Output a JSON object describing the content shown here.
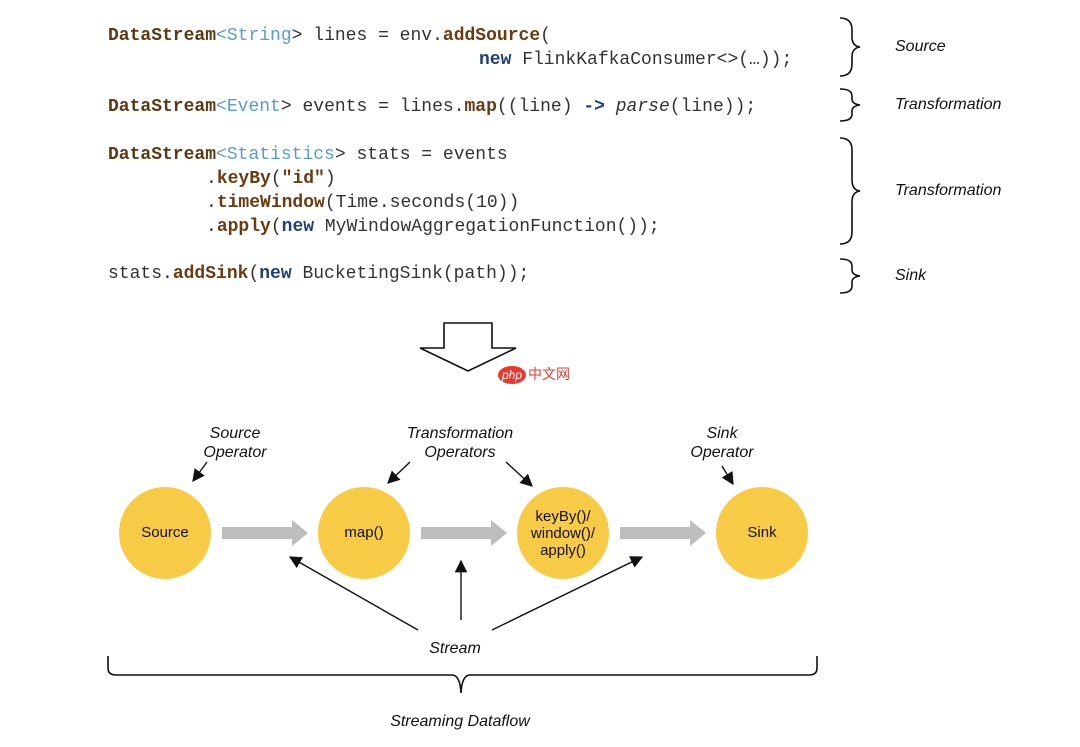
{
  "code": {
    "line1": {
      "kw": "DataStream",
      "lt": "<",
      "type": "String",
      "gt": ">",
      "rest1": " lines = env.",
      "fn": "addSource",
      "rest2": "("
    },
    "line2": {
      "new": "new",
      "rest": " FlinkKafkaConsumer<>(…));"
    },
    "line3": {
      "kw": "DataStream",
      "lt": "<",
      "type": "Event",
      "gt": ">",
      "rest1": " events = lines.",
      "fn": "map",
      "rest2": "((line) ",
      "arrow": "->",
      "sp": " ",
      "parse": "parse",
      "rest3": "(line));"
    },
    "line4": {
      "kw": "DataStream",
      "lt": "<",
      "type": "Statistics",
      "gt": ">",
      "rest1": " stats = events"
    },
    "line5": {
      "dot": ".",
      "fn": "keyBy",
      "open": "(",
      "str": "\"id\"",
      "close": ")"
    },
    "line6": {
      "dot": ".",
      "fn": "timeWindow",
      "rest": "(Time.seconds(10))"
    },
    "line7": {
      "dot": ".",
      "fn": "apply",
      "open": "(",
      "new": "new",
      "rest": " MyWindowAggregationFunction());"
    },
    "line8": {
      "pre": "stats.",
      "fn": "addSink",
      "open": "(",
      "new": "new",
      "rest": " BucketingSink(path));"
    }
  },
  "brace_labels": {
    "source": "Source",
    "transformation1": "Transformation",
    "transformation2": "Transformation",
    "sink": "Sink"
  },
  "nodes": {
    "source": "Source",
    "map": "map()",
    "keyby_l1": "keyBy()/",
    "keyby_l2": "window()/",
    "keyby_l3": "apply()",
    "sink": "Sink"
  },
  "operator_labels": {
    "source_l1": "Source",
    "source_l2": "Operator",
    "transform_l1": "Transformation",
    "transform_l2": "Operators",
    "sink_l1": "Sink",
    "sink_l2": "Operator"
  },
  "stream_label": "Stream",
  "dataflow_label": "Streaming Dataflow",
  "watermark": {
    "badge": "php",
    "text": "中文网"
  },
  "colors": {
    "node_fill": "#f7cb45",
    "flow_arrow": "#bdbdbd",
    "keyword": "#5a3a12",
    "type": "#5b9bd5",
    "new_keyword": "#1f3f7a"
  }
}
